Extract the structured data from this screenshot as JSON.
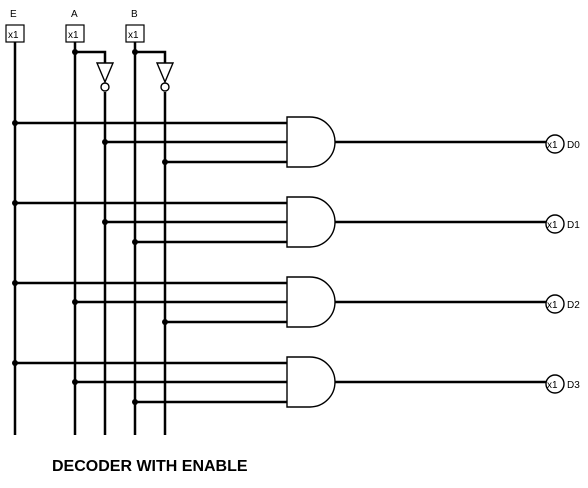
{
  "diagram": {
    "caption": "DECODER WITH ENABLE",
    "inputs": [
      {
        "name": "E",
        "box_label": "x1"
      },
      {
        "name": "A",
        "box_label": "x1"
      },
      {
        "name": "B",
        "box_label": "x1"
      }
    ],
    "outputs": [
      {
        "name": "D0",
        "probe_label": "x1"
      },
      {
        "name": "D1",
        "probe_label": "x1"
      },
      {
        "name": "D2",
        "probe_label": "x1"
      },
      {
        "name": "D3",
        "probe_label": "x1"
      }
    ],
    "gate_type": "AND",
    "inverters": [
      "A",
      "B"
    ]
  }
}
